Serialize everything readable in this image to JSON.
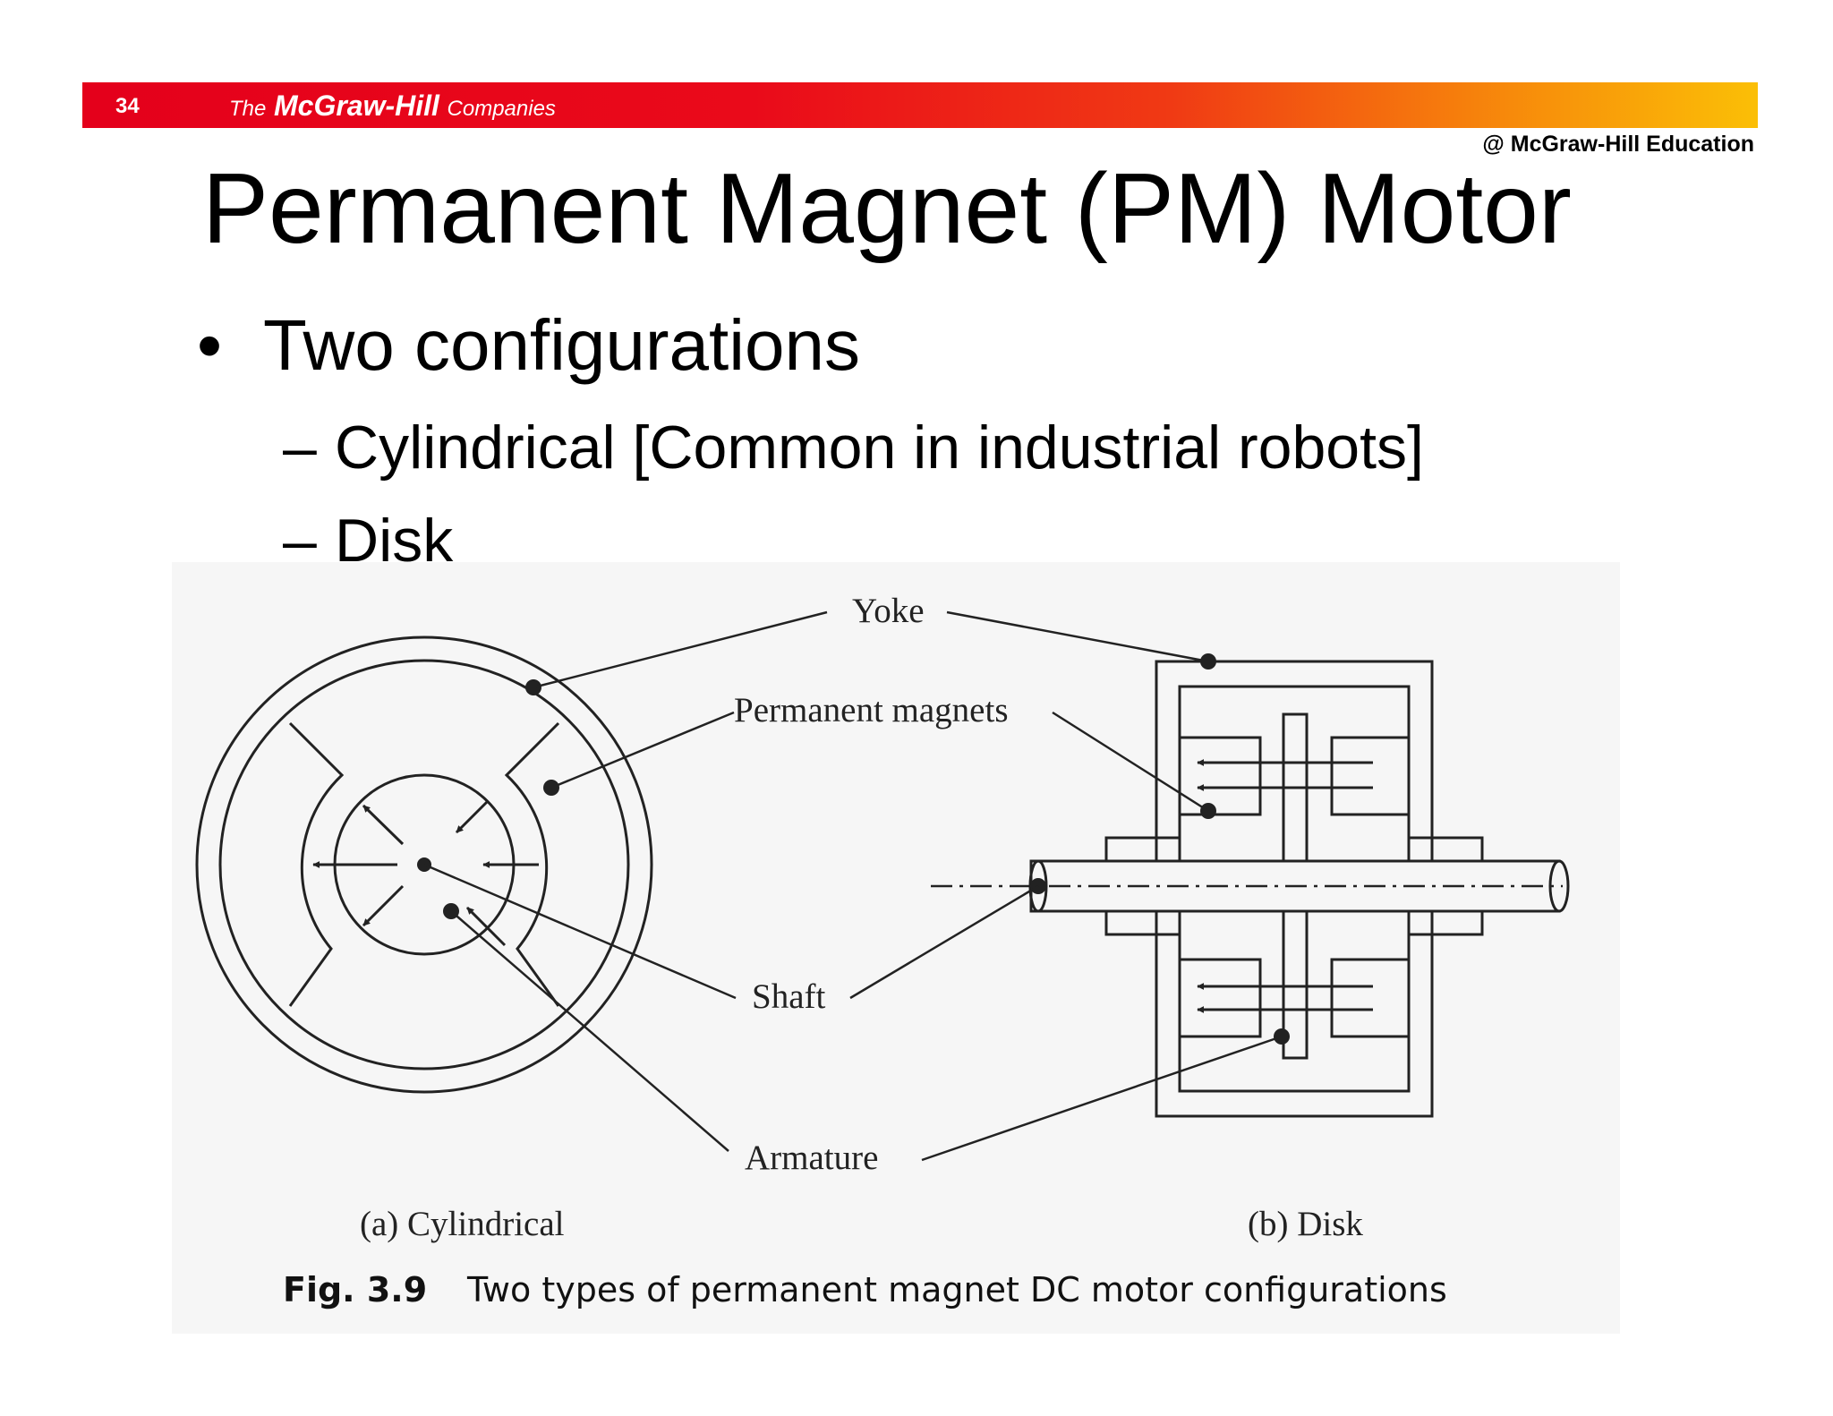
{
  "header": {
    "page_number": "34",
    "company_pre": "The",
    "company_name": "McGraw-Hill",
    "company_post": "Companies",
    "copyright": "@ McGraw-Hill Education"
  },
  "slide": {
    "title": "Permanent Magnet (PM) Motor",
    "bullet_marker": "•",
    "bullet": "Two configurations",
    "sub_marker": "–",
    "sub_items": [
      "Cylindrical [Common in industrial robots]",
      "Disk"
    ]
  },
  "figure": {
    "labels": {
      "yoke": "Yoke",
      "permanent_magnets": "Permanent magnets",
      "shaft": "Shaft",
      "armature": "Armature"
    },
    "sub_captions": [
      "(a) Cylindrical",
      "(b) Disk"
    ],
    "caption_number": "Fig. 3.9",
    "caption_text": "Two types of permanent magnet DC motor configurations"
  },
  "colors": {
    "banner_start": "#e4001b",
    "banner_end": "#fbbf06",
    "drawing": "#222222"
  }
}
